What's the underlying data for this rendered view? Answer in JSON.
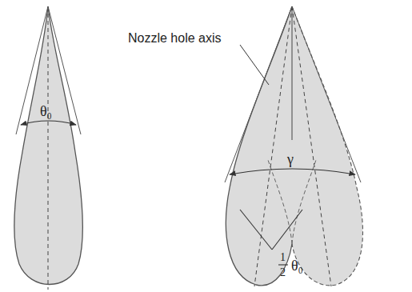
{
  "diagram": {
    "labels": [
      "θ₀",
      "Nozzle hole axis",
      "γ",
      "1",
      "2",
      "θ₀"
    ]
  }
}
